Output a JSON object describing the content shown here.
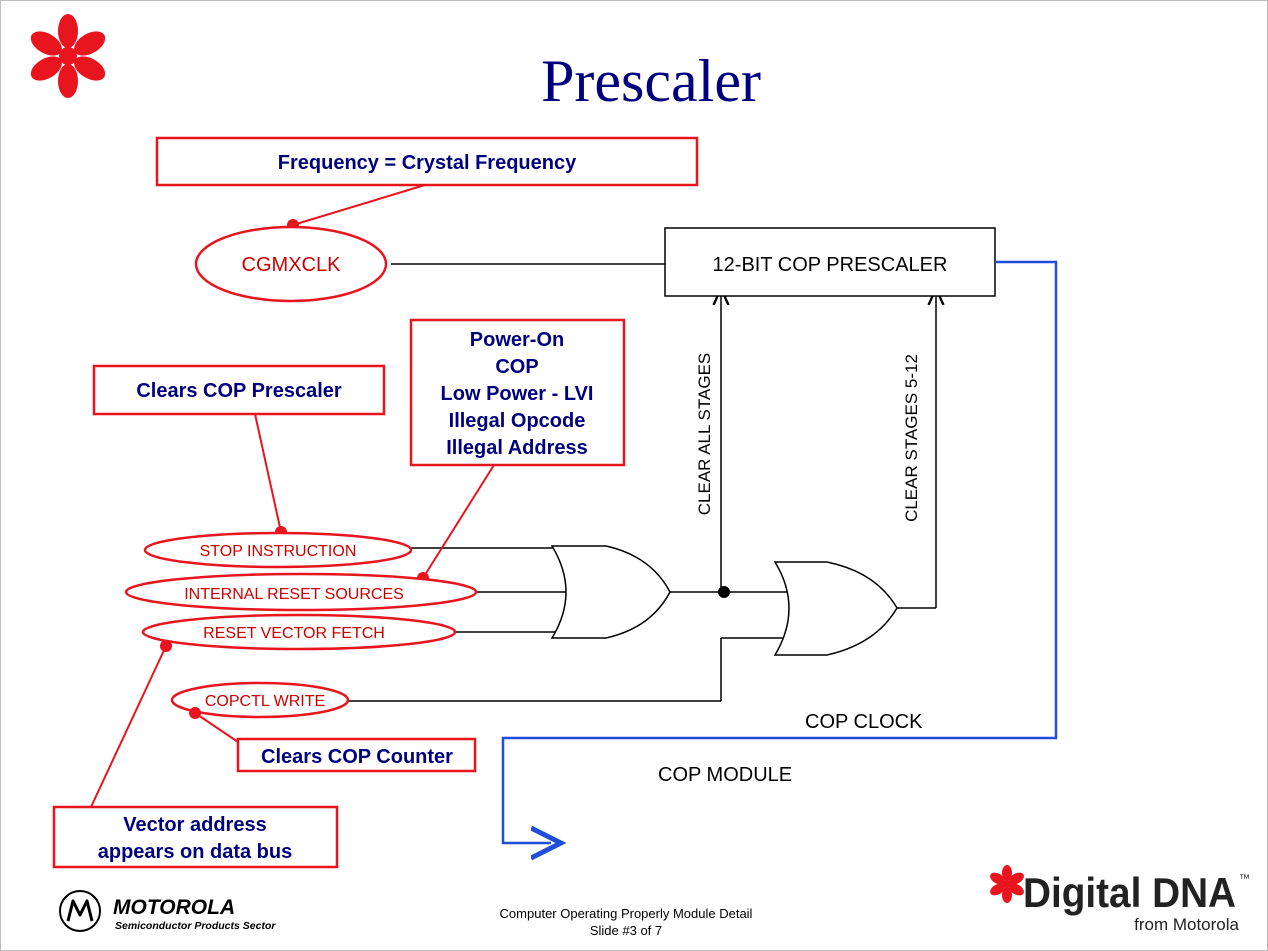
{
  "slide": {
    "title": "Prescaler",
    "footer": {
      "line1": "Computer Operating Properly Module Detail",
      "line2": "Slide #3 of 7"
    },
    "brand": {
      "motorola": "MOTOROLA",
      "motorola_sub": "Semiconductor Products Sector",
      "digital_dna": "Digital DNA",
      "tm": "™",
      "from": "from Motorola"
    }
  },
  "diagram": {
    "callouts": {
      "frequency": "Frequency = Crystal Frequency",
      "clears_prescaler": "Clears COP Prescaler",
      "reset_sources": [
        "Power-On",
        "COP",
        "Low Power - LVI",
        "Illegal Opcode",
        "Illegal Address"
      ],
      "clears_counter": "Clears COP Counter",
      "vector_address": [
        "Vector address",
        "appears on data bus"
      ]
    },
    "signals": {
      "cgmxclk": "CGMXCLK",
      "stop_instruction": "STOP INSTRUCTION",
      "internal_reset": "INTERNAL RESET SOURCES",
      "reset_vector_fetch": "RESET VECTOR FETCH",
      "copctl_write": "COPCTL WRITE"
    },
    "blocks": {
      "prescaler": "12-BIT COP PRESCALER",
      "clear_all": "CLEAR ALL STAGES",
      "clear_5_12": "CLEAR STAGES 5-12",
      "cop_clock": "COP CLOCK",
      "cop_module": "COP MODULE"
    }
  },
  "colors": {
    "title": "#00007f",
    "callout_border": "#e8141e",
    "callout_text": "#00007f",
    "signal_text": "#cc0000",
    "clock_line": "#1f4fd8",
    "logo": "#e8141e"
  }
}
